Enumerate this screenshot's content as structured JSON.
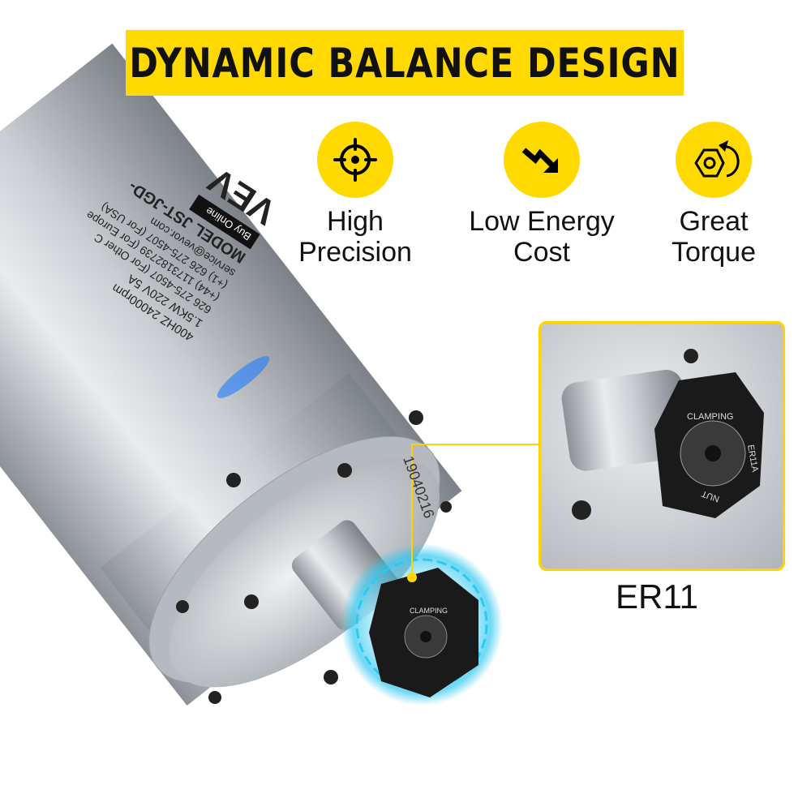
{
  "title": "DYNAMIC BALANCE DESIGN",
  "features": [
    {
      "icon": "crosshair-target-icon",
      "line1": "High",
      "line2": "Precision"
    },
    {
      "icon": "trend-down-arrow-icon",
      "line1": "Low Energy",
      "line2": "Cost"
    },
    {
      "icon": "hex-nut-rotate-icon",
      "line1": "Great",
      "line2": "Torque"
    }
  ],
  "inset_caption": "ER11",
  "engraving": {
    "brand": "VEV",
    "buy_online": "Buy Online",
    "model": "MODEL JST-JGD-",
    "lines": [
      "400HZ  24000rpm",
      "1.5KW  220V   5A",
      "(+1) 626 275-4507  (For USA)",
      "(+44) 1173182739  (For Europe",
      "626 275-4507  (For Other C",
      "service@vevor.com"
    ],
    "serial": "19040216"
  },
  "collet": {
    "label_top": "CLAMPING",
    "label_side": "ER11A",
    "label_bottom": "NUT"
  },
  "colors": {
    "accent": "#FFD900",
    "glow": "#2FC8F0"
  }
}
